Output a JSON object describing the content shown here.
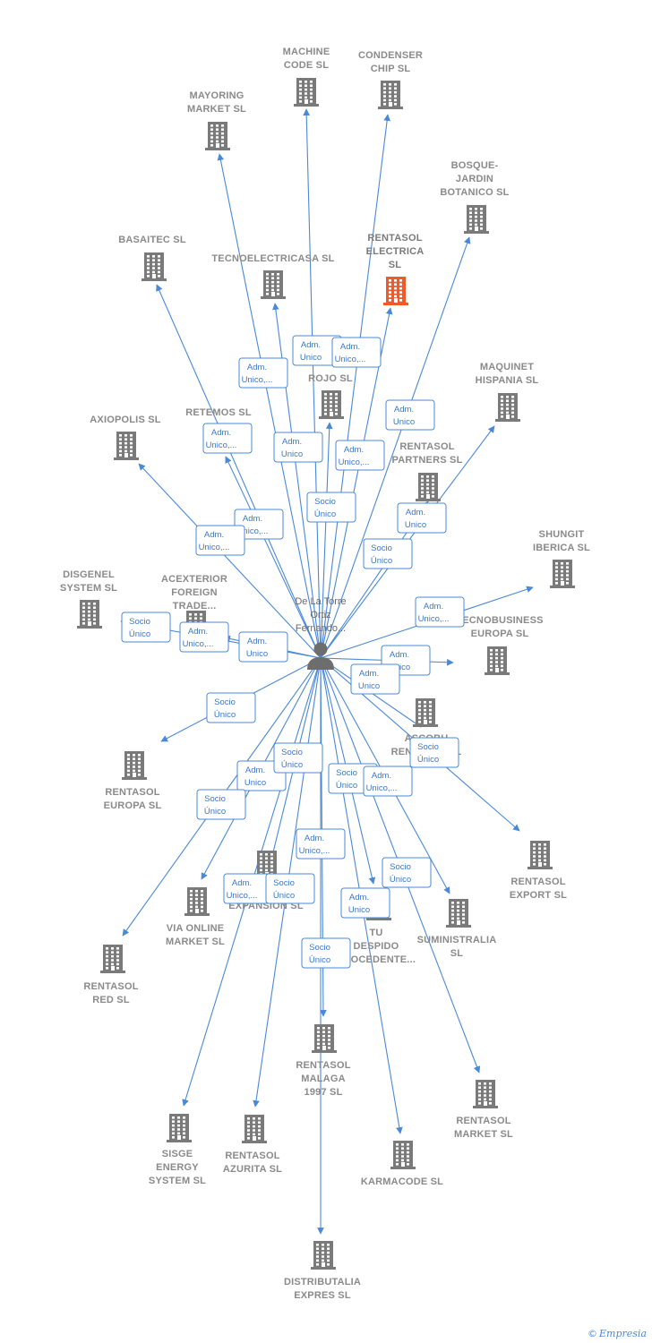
{
  "center": {
    "label": [
      "De La Torre",
      "Ortiz",
      "Fernando..."
    ]
  },
  "colors": {
    "edge": "#4a88d8",
    "building": "#7a7a7a",
    "highlight": "#f05a28"
  },
  "nodes": [
    {
      "id": "machine",
      "label": [
        "MACHINE",
        "CODE SL"
      ]
    },
    {
      "id": "condenser",
      "label": [
        "CONDENSER",
        "CHIP SL"
      ]
    },
    {
      "id": "mayoring",
      "label": [
        "MAYORING",
        "MARKET  SL"
      ]
    },
    {
      "id": "bosque",
      "label": [
        "BOSQUE-",
        "JARDIN",
        "BOTANICO SL"
      ]
    },
    {
      "id": "basaitec",
      "label": [
        "BASAITEC  SL"
      ]
    },
    {
      "id": "tecnoelec",
      "label": [
        "TECNOELECTRICASA SL"
      ]
    },
    {
      "id": "rentasol_elec",
      "label": [
        "RENTASOL",
        "ELECTRICA",
        "SL"
      ],
      "highlight": true
    },
    {
      "id": "rojo",
      "label": [
        "ROJO  SL"
      ]
    },
    {
      "id": "maquinet",
      "label": [
        "MAQUINET",
        "HISPANIA  SL"
      ]
    },
    {
      "id": "axiopolis",
      "label": [
        "AXIOPOLIS SL"
      ]
    },
    {
      "id": "retemos",
      "label": [
        "RETEMOS  SL"
      ]
    },
    {
      "id": "rentasol_partners",
      "label": [
        "RENTASOL",
        "PARTNERS  SL"
      ]
    },
    {
      "id": "shungit",
      "label": [
        "SHUNGIT",
        "IBERICA  SL"
      ]
    },
    {
      "id": "disgenel",
      "label": [
        "DISGENEL",
        "SYSTEM  SL"
      ]
    },
    {
      "id": "acexterior",
      "label": [
        "ACEXTERIOR",
        "FOREIGN",
        "TRADE..."
      ]
    },
    {
      "id": "tecnobusiness",
      "label": [
        "TECNOBUSINESS",
        "EUROPA SL"
      ]
    },
    {
      "id": "ascobu",
      "label": [
        "ASCOBU",
        "RENTASOL SL"
      ]
    },
    {
      "id": "rentasol_europa",
      "label": [
        "RENTASOL",
        "EUROPA  SL"
      ]
    },
    {
      "id": "rentasol_export",
      "label": [
        "RENTASOL",
        "EXPORT  SL"
      ]
    },
    {
      "id": "expansion",
      "label": [
        "EXPANSION  SL"
      ]
    },
    {
      "id": "via_online",
      "label": [
        "VIA ONLINE",
        "MARKET SL"
      ]
    },
    {
      "id": "suministralia",
      "label": [
        "SUMINISTRALIA",
        "SL"
      ]
    },
    {
      "id": "tu_despido",
      "label": [
        "TU",
        "DESPIDO",
        "PROCEDENTE..."
      ]
    },
    {
      "id": "rentasol_red",
      "label": [
        "RENTASOL",
        "RED  SL"
      ]
    },
    {
      "id": "rentasol_malaga",
      "label": [
        "RENTASOL",
        "MALAGA",
        "1997  SL"
      ]
    },
    {
      "id": "rentasol_market",
      "label": [
        "RENTASOL",
        "MARKET  SL"
      ]
    },
    {
      "id": "sisge",
      "label": [
        "SISGE",
        "ENERGY",
        "SYSTEM  SL"
      ]
    },
    {
      "id": "rentasol_azurita",
      "label": [
        "RENTASOL",
        "AZURITA  SL"
      ]
    },
    {
      "id": "karmacode",
      "label": [
        "KARMACODE SL"
      ]
    },
    {
      "id": "distributalia",
      "label": [
        "DISTRIBUTALIA",
        "EXPRES  SL"
      ]
    }
  ],
  "badges": [
    {
      "lines": [
        "Adm.",
        "Unico,..."
      ]
    },
    {
      "lines": [
        "Adm.",
        "Unico"
      ]
    },
    {
      "lines": [
        "Adm.",
        "Unico,..."
      ]
    },
    {
      "lines": [
        "Adm.",
        "Unico"
      ]
    },
    {
      "lines": [
        "Adm.",
        "Unico,..."
      ]
    },
    {
      "lines": [
        "Adm.",
        "Unico"
      ]
    },
    {
      "lines": [
        "Adm.",
        "Unico,..."
      ]
    },
    {
      "lines": [
        "Socio",
        "Único"
      ]
    },
    {
      "lines": [
        "Adm.",
        "Unico,..."
      ]
    },
    {
      "lines": [
        "Adm.",
        "Unico"
      ]
    },
    {
      "lines": [
        "Adm.",
        "Unico,..."
      ]
    },
    {
      "lines": [
        "Socio",
        "Único"
      ]
    },
    {
      "lines": [
        "Socio",
        "Único"
      ]
    },
    {
      "lines": [
        "Adm.",
        "Unico,..."
      ]
    },
    {
      "lines": [
        "Adm.",
        "Unico"
      ]
    },
    {
      "lines": [
        "Adm.",
        "Unico,..."
      ]
    },
    {
      "lines": [
        "Adm.",
        "Unico"
      ]
    },
    {
      "lines": [
        "Adm.",
        "Unico"
      ]
    },
    {
      "lines": [
        "Socio",
        "Único"
      ]
    },
    {
      "lines": [
        "Socio",
        "Único"
      ]
    },
    {
      "lines": [
        "Adm.",
        "Unico"
      ]
    },
    {
      "lines": [
        "Socio",
        "Único"
      ]
    },
    {
      "lines": [
        "Socio",
        "Único"
      ]
    },
    {
      "lines": [
        "Adm.",
        "Unico,..."
      ]
    },
    {
      "lines": [
        "Socio",
        "Único"
      ]
    },
    {
      "lines": [
        "Adm.",
        "Unico,..."
      ]
    },
    {
      "lines": [
        "Adm.",
        "Unico,..."
      ]
    },
    {
      "lines": [
        "Socio",
        "Único"
      ]
    },
    {
      "lines": [
        "Socio",
        "Único"
      ]
    },
    {
      "lines": [
        "Adm.",
        "Unico"
      ]
    },
    {
      "lines": [
        "Socio",
        "Único"
      ]
    }
  ],
  "footer": {
    "copyright": "©",
    "brand": "Empresia"
  }
}
